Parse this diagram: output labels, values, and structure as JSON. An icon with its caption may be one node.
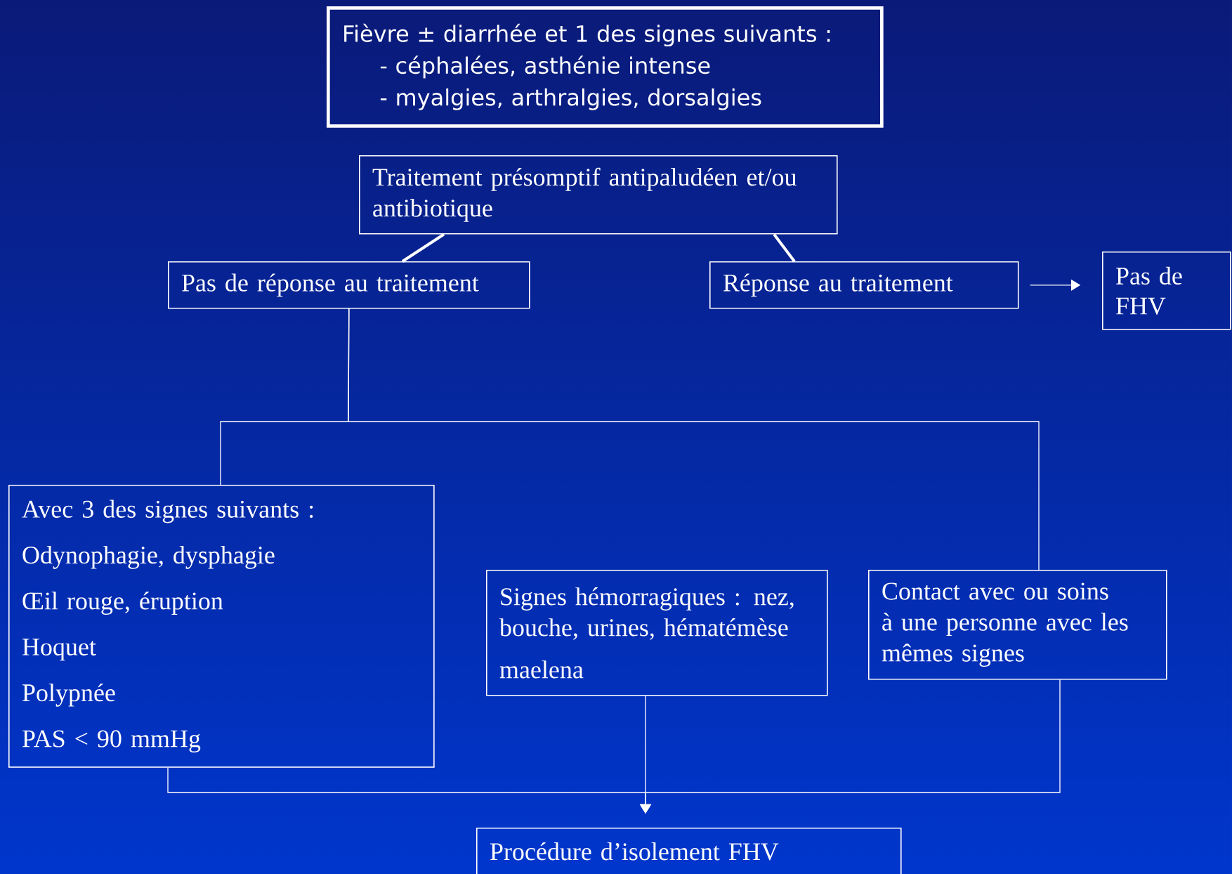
{
  "diagram": {
    "nodes": [
      {
        "text": [
          "Fièvre ± diarrhée et 1 des signes suivants :",
          "- céphalées, asthénie intense",
          "- myalgies, arthralgies, dorsalgies"
        ]
      },
      {
        "text": [
          "Traitement présomptif antipaludéen et/ou antibiotique"
        ]
      },
      {
        "text": [
          "Pas de réponse au traitement"
        ]
      },
      {
        "text": [
          "Réponse au traitement"
        ]
      },
      {
        "text": [
          "Pas de FHV"
        ]
      },
      {
        "text": [
          "Avec 3 des signes suivants :",
          "Odynophagie, dysphagie",
          "Œil rouge, éruption",
          "Hoquet",
          "Polypnée",
          "PAS < 90 mmHg"
        ]
      },
      {
        "text": [
          "Signes hémorragiques : nez, bouche, urines, hématémèse",
          "maelena"
        ]
      },
      {
        "text": [
          "Contact avec ou soins à une personne avec les mêmes signes"
        ]
      },
      {
        "text": [
          "Procédure d’isolement FHV"
        ]
      }
    ],
    "edges": [
      {
        "from": 1,
        "to": 2,
        "arrow": "none",
        "style": "thick"
      },
      {
        "from": 1,
        "to": 3,
        "arrow": "none",
        "style": "thick"
      },
      {
        "from": 3,
        "to": 4,
        "arrow": "to"
      },
      {
        "from": 2,
        "to": 5,
        "arrow": "none"
      },
      {
        "from": 2,
        "to": 7,
        "arrow": "none"
      },
      {
        "from": 5,
        "to": 8,
        "arrow": "to"
      },
      {
        "from": 6,
        "to": 8,
        "arrow": "to"
      },
      {
        "from": 7,
        "to": 8,
        "arrow": "to"
      }
    ]
  }
}
